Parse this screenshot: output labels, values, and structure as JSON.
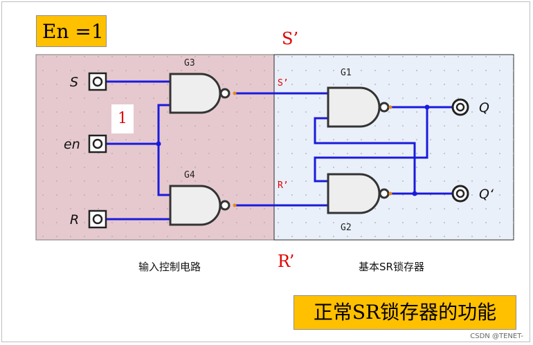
{
  "enable_label": "En =1",
  "enable_value_label": "1",
  "function_label": "正常SR锁存器的功能",
  "s_prime_big": "S’",
  "r_prime_big": "R’",
  "input_section_caption": "输入控制电路",
  "latch_section_caption": "基本SR锁存器",
  "watermark": "CSDN @TENET-",
  "pins": {
    "s": "S",
    "en": "en",
    "r": "R",
    "q": "Q",
    "q_bar": "Q‘"
  },
  "gates": {
    "g1": "G1",
    "g2": "G2",
    "g3": "G3",
    "g4": "G4"
  },
  "wire_labels": {
    "s_prime": "S’",
    "r_prime": "R’"
  },
  "colors": {
    "wire": "#1a1adc",
    "gate_fill": "#eeeeee",
    "gate_stroke": "#333333",
    "input_area": "#e6c9cf",
    "latch_area": "#e9f0f9",
    "label_bg": "#ffc000",
    "accent_red": "#e00000"
  }
}
